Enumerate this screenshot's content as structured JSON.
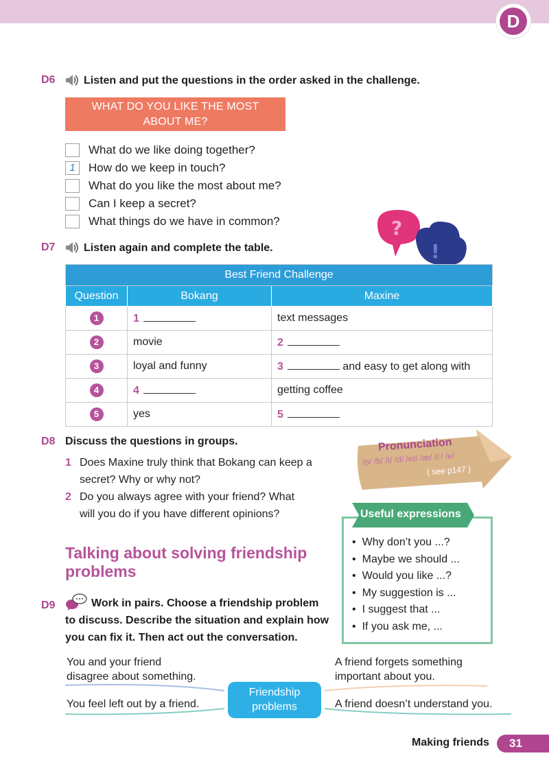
{
  "page": {
    "section_letter": "D",
    "number": "31",
    "unit_title": "Making friends"
  },
  "d6": {
    "code": "D6",
    "instruction": "Listen and put the questions in the order asked in the challenge.",
    "banner": [
      "WHAT DO YOU LIKE THE MOST",
      "ABOUT ME?"
    ],
    "questions": [
      {
        "box": "",
        "text": "What do we like doing together?"
      },
      {
        "box": "1",
        "text": "How do we keep in touch?"
      },
      {
        "box": "",
        "text": "What do you like the most about me?"
      },
      {
        "box": "",
        "text": "Can I keep a secret?"
      },
      {
        "box": "",
        "text": "What things do we have in common?"
      }
    ]
  },
  "d7": {
    "code": "D7",
    "instruction": "Listen again and complete the table.",
    "table": {
      "title": "Best Friend Challenge",
      "headers": [
        "Question",
        "Bokang",
        "Maxine"
      ],
      "rows": [
        {
          "num": "1",
          "bokang": "",
          "bokang_blank": "1",
          "maxine": "text messages",
          "maxine_blank": ""
        },
        {
          "num": "2",
          "bokang": "movie",
          "bokang_blank": "",
          "maxine": "",
          "maxine_blank": "2"
        },
        {
          "num": "3",
          "bokang": "loyal and funny",
          "bokang_blank": "",
          "maxine": "and easy to get along with",
          "maxine_blank": "3"
        },
        {
          "num": "4",
          "bokang": "",
          "bokang_blank": "4",
          "maxine": "getting coffee",
          "maxine_blank": ""
        },
        {
          "num": "5",
          "bokang": "yes",
          "bokang_blank": "",
          "maxine": "",
          "maxine_blank": "5"
        }
      ]
    }
  },
  "d8": {
    "code": "D8",
    "instruction": "Discuss the questions in groups.",
    "items": [
      {
        "num": "1",
        "lines": [
          "Does Maxine truly think that Bokang can keep a",
          "secret? Why or why not?"
        ]
      },
      {
        "num": "2",
        "lines": [
          "Do you always agree with your friend? What",
          "will you do if you have different opinions?"
        ]
      }
    ]
  },
  "heading": [
    "Talking about solving friendship",
    "problems"
  ],
  "d9": {
    "code": "D9",
    "lines": [
      "Work in pairs. Choose a friendship problem",
      "to discuss. Describe the situation and explain how",
      "you can fix it. Then act out the conversation."
    ]
  },
  "pronunciation": {
    "title": "Pronunciation",
    "ipa": "/p/ /b/ /t/ /d/ /eɪ/ /æ/ /iː/ /e/",
    "see": "( see p147 )"
  },
  "useful": {
    "title": "Useful expressions",
    "items": [
      "Why don’t you ...?",
      "Maybe we should ...",
      "Would you like ...?",
      "My suggestion is ...",
      "I suggest that ...",
      "If you ask me, ..."
    ]
  },
  "friendship": {
    "center": [
      "Friendship",
      "problems"
    ],
    "top_left": [
      "You and your friend",
      "disagree about something."
    ],
    "bottom_left": "You feel left out by a friend.",
    "top_right": [
      "A friend forgets something",
      "important about you."
    ],
    "bottom_right": "A friend doesn’t understand you."
  },
  "colors": {
    "accent": "#b0468f",
    "banner": "#ee7a62",
    "table_header": "#2d9cd7",
    "useful_green": "#7ec8a1",
    "pron_tan": "#d9b58a"
  }
}
